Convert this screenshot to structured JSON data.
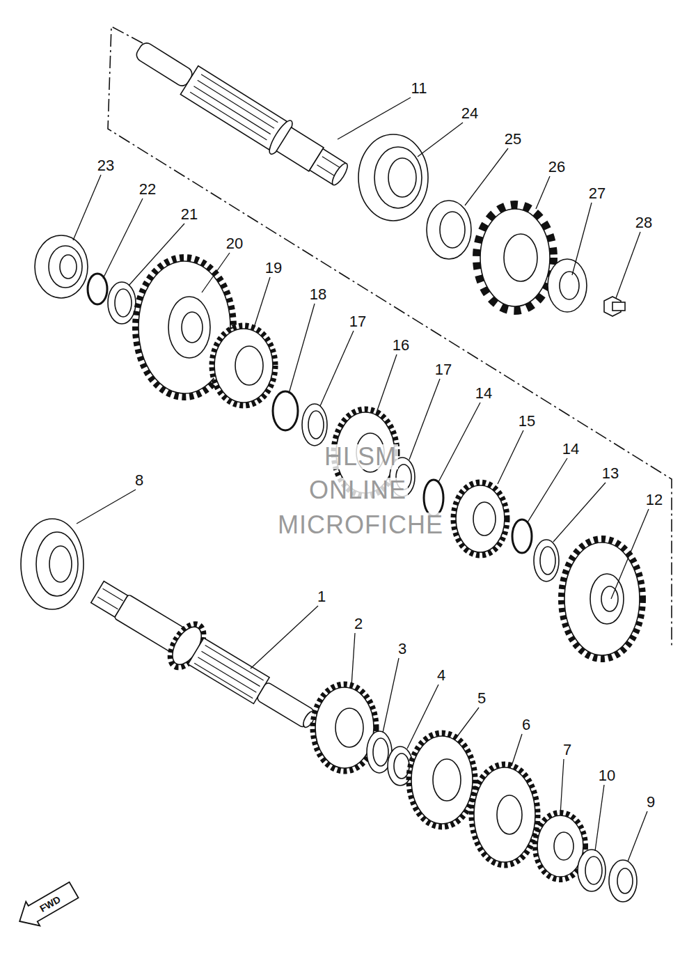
{
  "diagram": {
    "labels": [
      "11",
      "24",
      "25",
      "26",
      "27",
      "28",
      "23",
      "22",
      "21",
      "20",
      "19",
      "18",
      "17",
      "16",
      "17",
      "14",
      "15",
      "14",
      "13",
      "12",
      "8",
      "1",
      "2",
      "3",
      "4",
      "5",
      "6",
      "7",
      "10",
      "9",
      "FWD",
      "HLSM",
      "ONLINE",
      "MICROFICHE"
    ]
  }
}
